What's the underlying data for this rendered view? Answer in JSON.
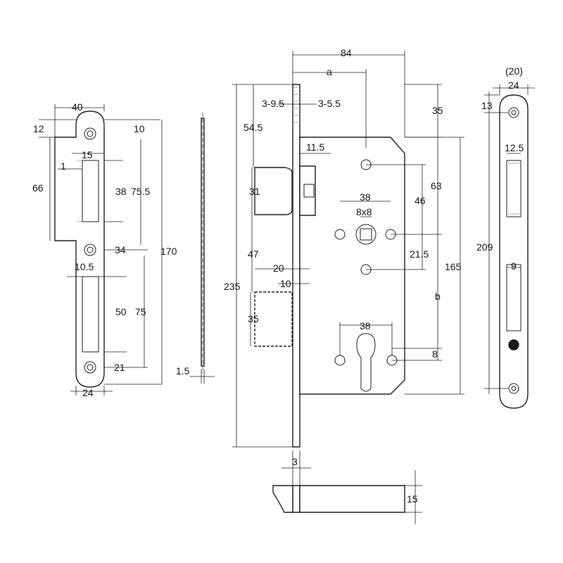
{
  "strike_plate": {
    "dim_40": "40",
    "dim_12": "12",
    "dim_10": "10",
    "dim_15": "15",
    "dim_1": "1",
    "dim_66": "66",
    "dim_38": "38",
    "dim_75_5": "75.5",
    "dim_34": "34",
    "dim_170": "170",
    "dim_10_5": "10.5",
    "dim_50": "50",
    "dim_75": "75",
    "dim_21": "21",
    "dim_24": "24"
  },
  "side_profile": {
    "dim_1_5": "1.5"
  },
  "lock_body": {
    "dim_84": "84",
    "dim_a": "a",
    "dim_3_9_5": "3-9.5",
    "dim_3_5_5": "3-5.5",
    "dim_35_top": "35",
    "dim_54_5": "54.5",
    "dim_11_5": "11.5",
    "dim_31": "31",
    "dim_63": "63",
    "dim_38_upper": "38",
    "dim_8x8": "8x8",
    "dim_46": "46",
    "dim_47": "47",
    "dim_21_5": "21.5",
    "dim_20": "20",
    "dim_10": "10",
    "dim_235": "235",
    "dim_165": "165",
    "dim_b": "b",
    "dim_35_latch": "35",
    "dim_38_lower": "38",
    "dim_8": "8"
  },
  "faceplate": {
    "dim_20_paren": "(20)",
    "dim_24": "24",
    "dim_13": "13",
    "dim_12_5": "12.5",
    "dim_209": "209",
    "dim_9": "9"
  },
  "bolt_detail": {
    "dim_3": "3",
    "dim_15": "15"
  }
}
